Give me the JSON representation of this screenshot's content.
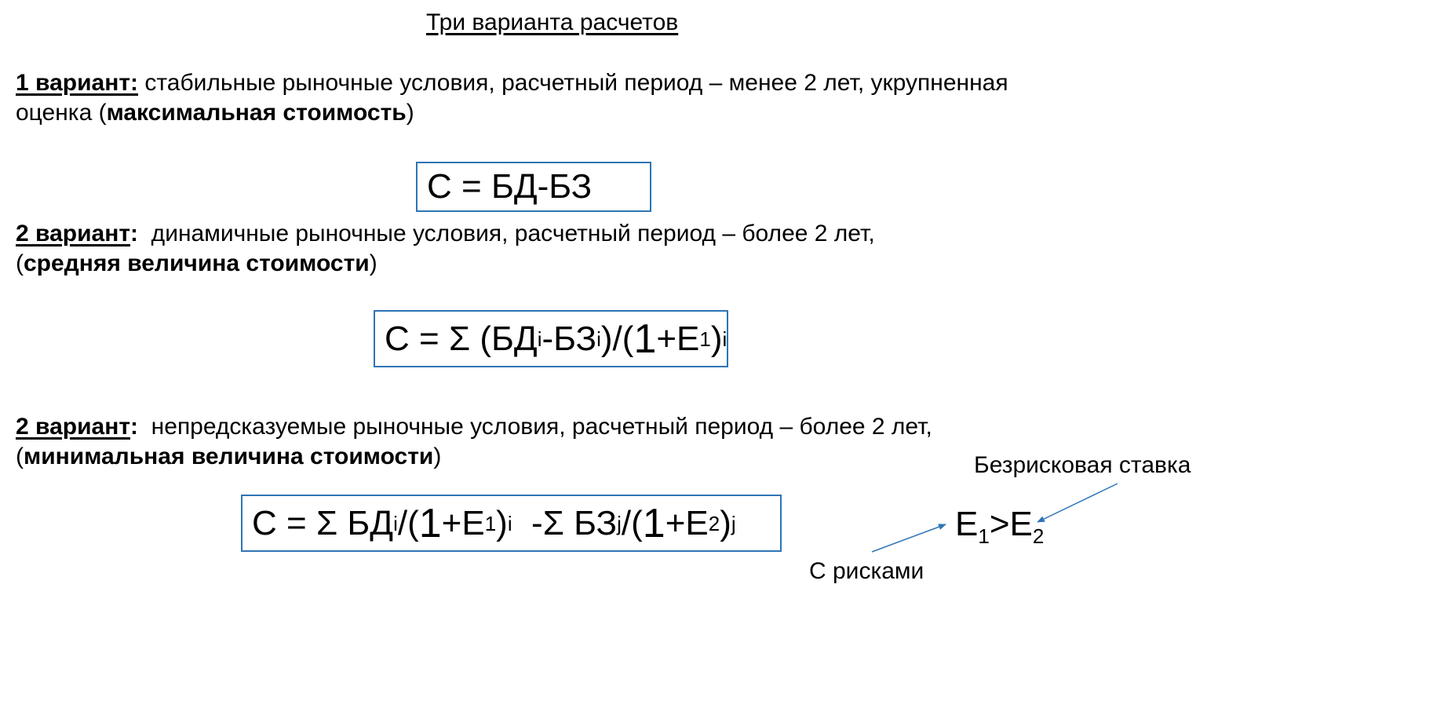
{
  "title": "Три варианта расчетов",
  "variant1": {
    "label": "1 вариант:",
    "text": " стабильные рыночные условия, расчетный период – менее 2 лет, укрупненная оценка (",
    "emphasis": "максимальная стоимость",
    "close": ")"
  },
  "formula1": {
    "c": "С",
    "eq": " = ",
    "bd": "БД",
    "dash": "-",
    "bz": "БЗ"
  },
  "variant2": {
    "label": "2 вариант",
    "colon": ":",
    "text": "  динамичные рыночные условия, расчетный период – более 2 лет, (",
    "emphasis": "средняя величина стоимости",
    "close": ")"
  },
  "formula2": {
    "c": "С",
    "eq": " = ",
    "sigma": "Σ",
    "open": " (",
    "bd": "БД",
    "sub_i": "i",
    "dash": "-",
    "bz": "БЗ",
    "sub_i2": "i",
    "close_div": ")/(",
    "one": "1",
    "plus_e": "+Е",
    "sub_1": "1",
    "close": ")",
    "sup_i": "i"
  },
  "variant3": {
    "label": "2 вариант",
    "colon": ":",
    "text": "  непредсказуемые рыночные условия, расчетный период – более 2 лет, (",
    "emphasis": "минимальная величина стоимости",
    "close": ")"
  },
  "formula3": {
    "c": "С",
    "eq": " = ",
    "sigma": "Σ ",
    "bd": "БД",
    "sub_i": "i",
    "div_open": "/(",
    "one": "1",
    "plus_e": "+Е",
    "sub_1": "1",
    "close": ")",
    "sup_i": "i",
    "minus_sigma": "  -Σ ",
    "bz": "БЗ",
    "sub_j": "j",
    "div_open2": "/(",
    "one2": "1",
    "plus_e2": "+Е",
    "sub_2": "2",
    "close2": ")",
    "sup_j": "j"
  },
  "annotation": {
    "riskless_rate": "Безрисковая ставка",
    "with_risks": "С рисками",
    "e_left": "Е",
    "e_left_sub": "1",
    "gt": ">",
    "e_right": "Е",
    "e_right_sub": "2"
  },
  "colors": {
    "box_border": "#2e75b6",
    "arrow": "#2e75b6"
  }
}
